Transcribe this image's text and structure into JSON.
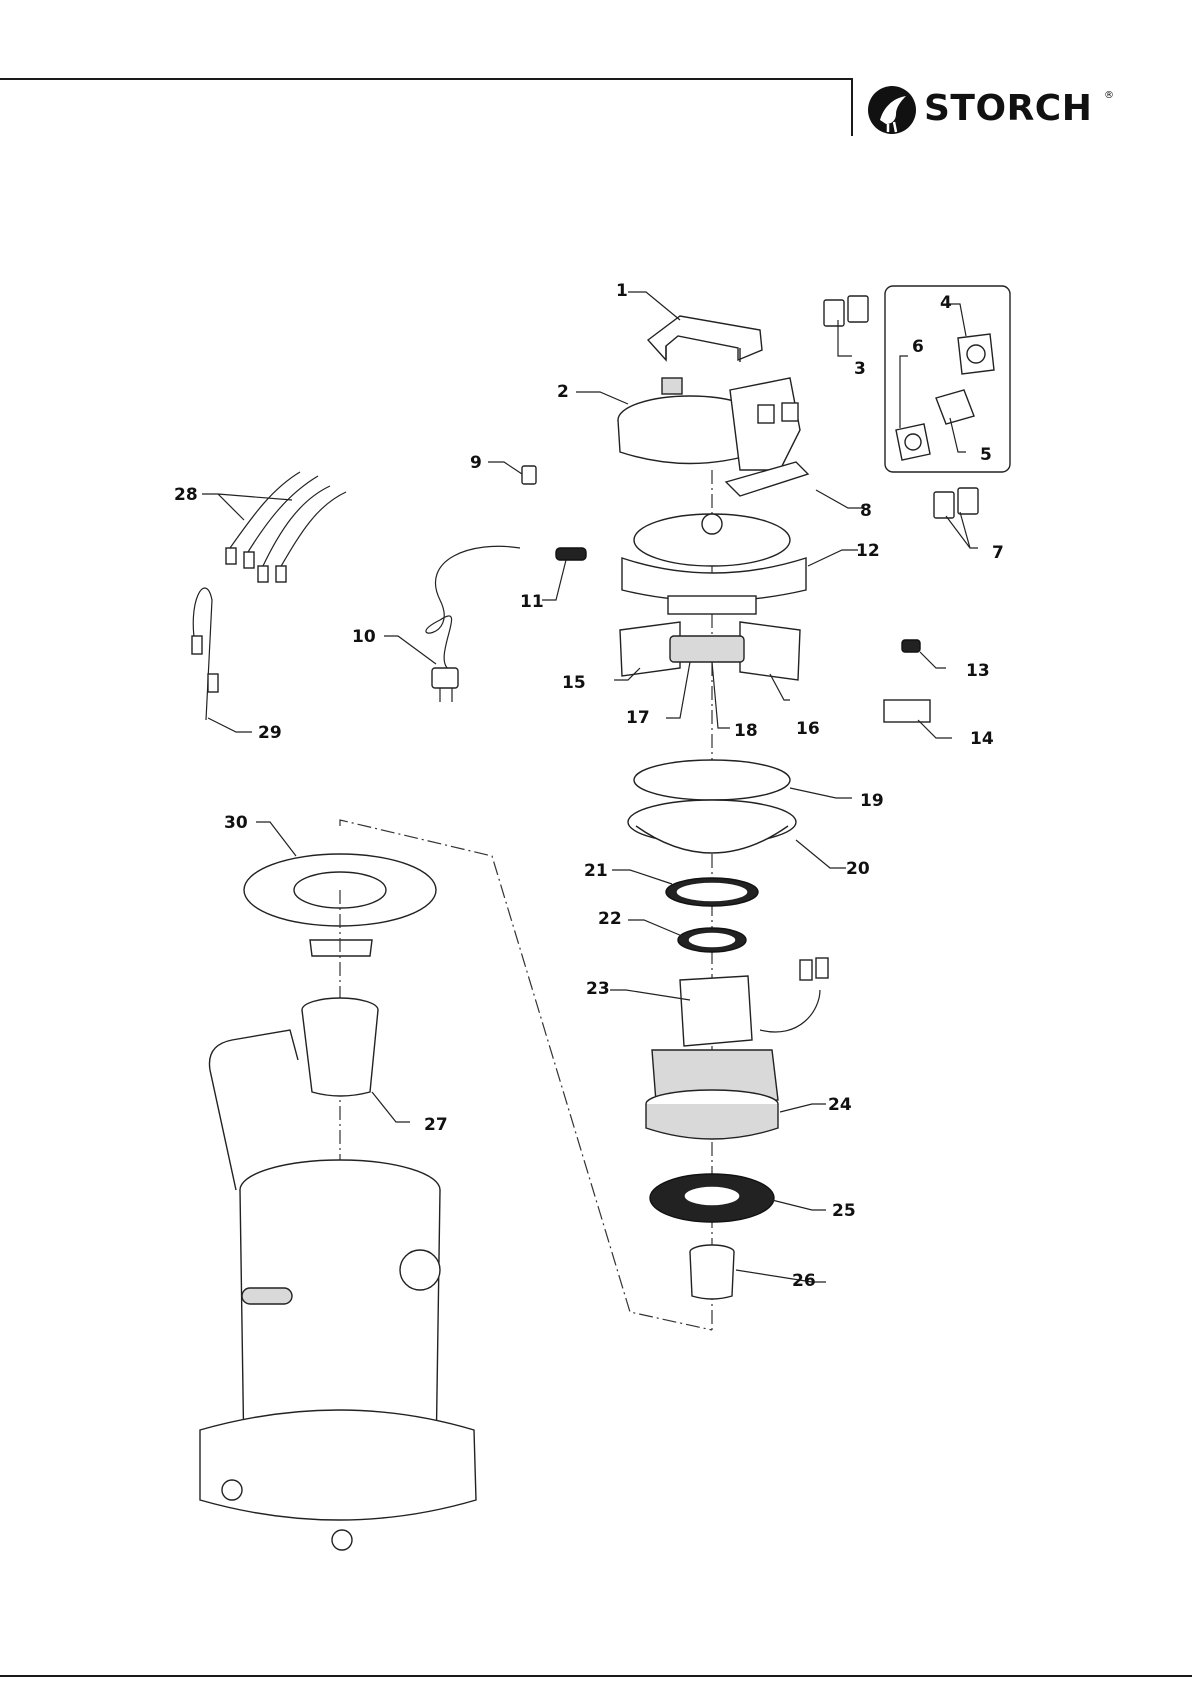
{
  "brand": {
    "name": "STORCH",
    "registered": "®",
    "logo_icon": "stork-icon"
  },
  "callouts": [
    "1",
    "2",
    "3",
    "4",
    "5",
    "6",
    "7",
    "8",
    "9",
    "10",
    "11",
    "12",
    "13",
    "14",
    "15",
    "16",
    "17",
    "18",
    "19",
    "20",
    "21",
    "22",
    "23",
    "24",
    "25",
    "26",
    "27",
    "28",
    "29",
    "30"
  ]
}
